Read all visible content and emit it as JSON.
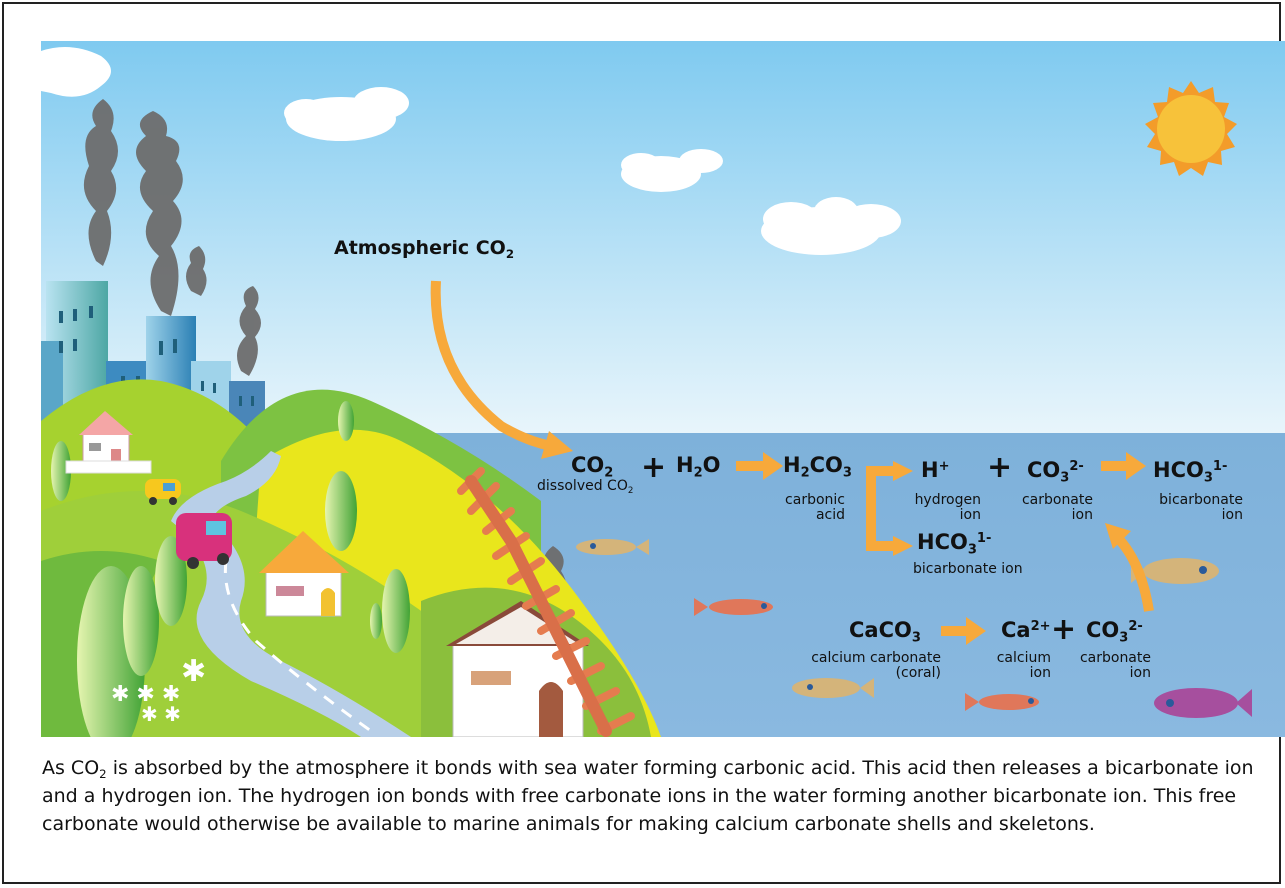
{
  "atmospheric": {
    "pre": "Atmospheric CO",
    "sub": "2"
  },
  "equation1": {
    "co2": {
      "pre": "CO",
      "sub": "2"
    },
    "co2_desc": {
      "pre": "dissolved CO",
      "sub": "2"
    },
    "plus": "+",
    "h2o": {
      "a": "H",
      "sub": "2",
      "b": "O"
    },
    "h2co3": {
      "a": "H",
      "sub1": "2",
      "b": "CO",
      "sub2": "3"
    },
    "h2co3_desc_1": "carbonic",
    "h2co3_desc_2": "acid"
  },
  "equation2": {
    "h": {
      "pre": "H",
      "sup": "+"
    },
    "h_desc_1": "hydrogen",
    "h_desc_2": "ion",
    "plus": "+",
    "co3": {
      "pre": "CO",
      "sub": "3",
      "sup": "2-"
    },
    "co3_desc_1": "carbonate",
    "co3_desc_2": "ion",
    "hco3": {
      "pre": "HCO",
      "sub": "3",
      "sup": "1-"
    },
    "hco3_desc_1": "bicarbonate",
    "hco3_desc_2": "ion"
  },
  "branch": {
    "hco3": {
      "pre": "HCO",
      "sub": "3",
      "sup": "1-"
    },
    "hco3_desc": "bicarbonate ion"
  },
  "equation3": {
    "caco3": {
      "pre": "CaCO",
      "sub": "3"
    },
    "caco3_desc_1": "calcium carbonate",
    "caco3_desc_2": "(coral)",
    "ca": {
      "pre": "Ca",
      "sup": "2+"
    },
    "ca_desc_1": "calcium",
    "ca_desc_2": "ion",
    "plus": "+",
    "co3": {
      "pre": "CO",
      "sub": "3",
      "sup": "2-"
    },
    "co3_desc_1": "carbonate",
    "co3_desc_2": "ion"
  },
  "caption": {
    "p1": "As CO",
    "sub": "2",
    "p2": " is absorbed by the atmosphere it bonds with sea water forming carbonic acid. This acid then releases a bicarbonate ion and a hydrogen ion. The hydrogen ion bonds with free carbonate ions in the water forming another bicarbonate ion. This free carbonate would otherwise be available to marine animals for making calcium carbonate shells and skeletons."
  },
  "colors": {
    "sky": "#8fd0ef",
    "sea": "#7aaed8",
    "arrow": "#f7a93b",
    "hill_green": "#8cc63f",
    "hill_yellow": "#e8e51a",
    "coral": "#e77d54",
    "sun": "#f7b52a",
    "smoke": "#6d6d6d"
  }
}
